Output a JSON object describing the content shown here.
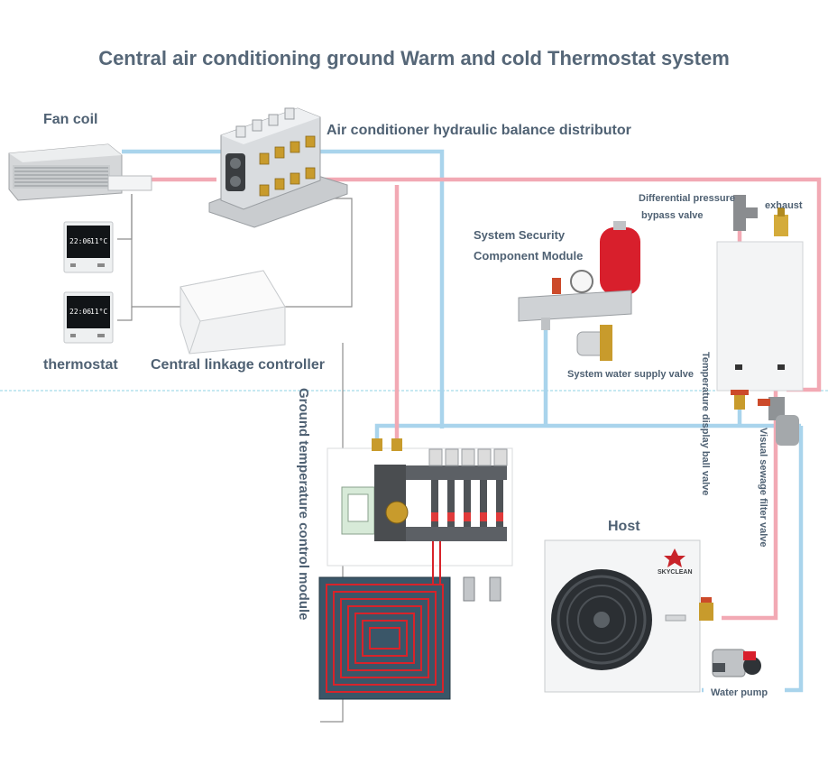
{
  "title": "Central air conditioning ground Warm and cold Thermostat system",
  "labels": {
    "fan_coil": "Fan coil",
    "hydraulic_distributor": "Air conditioner hydraulic balance distributor",
    "thermostat": "thermostat",
    "central_controller": "Central linkage controller",
    "security_module_line1": "System Security",
    "security_module_line2": "Component Module",
    "supply_valve": "System water supply valve",
    "diff_pressure_line1": "Differential pressure",
    "diff_pressure_line2": "bypass valve",
    "exhaust": "exhaust",
    "temp_display_valve": "Temperature display ball valve",
    "sewage_filter": "Visual sewage filter valve",
    "ground_module": "Ground temperature control module",
    "host": "Host",
    "water_pump": "Water pump"
  },
  "thermostat_display": {
    "time": "22:06",
    "temp": "11°C"
  },
  "brand": "SKYCLEAN",
  "colors": {
    "supply_pipe": "#f2a9b4",
    "return_pipe": "#a9d4ec",
    "signal_wire": "#8e8e8e",
    "floor_loop": "#d8232a",
    "tank": "#d81f2c",
    "text": "#4f6173"
  }
}
